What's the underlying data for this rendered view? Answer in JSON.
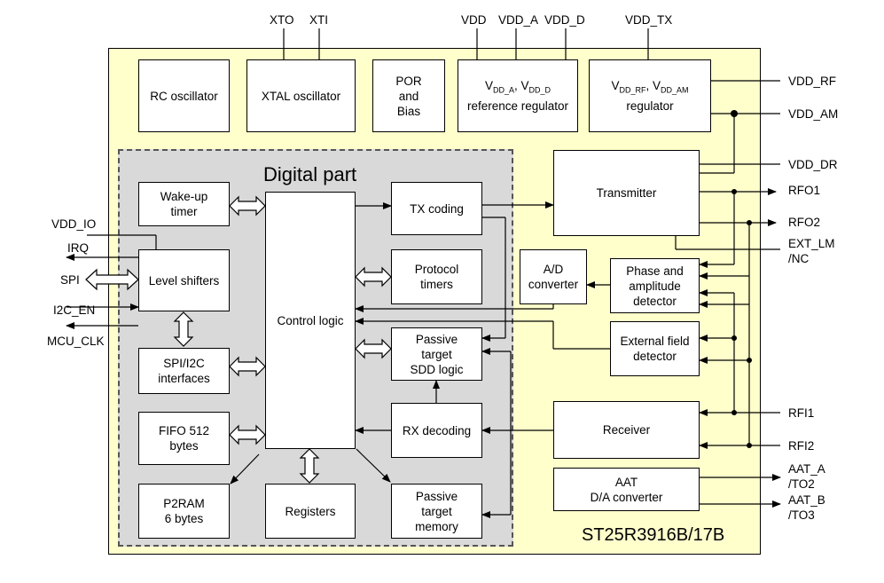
{
  "chip_name": "ST25R3916B/17B",
  "digital_title": "Digital part",
  "blocks": {
    "rc_osc": "RC oscillator",
    "xtal_osc": "XTAL oscillator",
    "por": "POR\nand\nBias",
    "ref_reg": {
      "v1": "V",
      "s1": "DD_A",
      "comma": ", V",
      "s2": "DD_D",
      "line2": "reference regulator"
    },
    "tx_reg": {
      "v1": "V",
      "s1": "DD_RF",
      "comma": ", V",
      "s2": "DD_AM",
      "line2": "regulator"
    },
    "wakeup": "Wake-up\ntimer",
    "level": "Level shifters",
    "spi_i2c": "SPI/I2C\ninterfaces",
    "fifo": "FIFO 512\nbytes",
    "p2ram": "P2RAM\n6 bytes",
    "control": "Control logic",
    "registers": "Registers",
    "tx_coding": "TX coding",
    "protocol": "Protocol\ntimers",
    "sdd": "Passive\ntarget\nSDD logic",
    "rx_dec": "RX decoding",
    "pt_mem": "Passive\ntarget\nmemory",
    "transmitter": "Transmitter",
    "adc": "A/D\nconverter",
    "phase": "Phase and\namplitude\ndetector",
    "ext_field": "External field\ndetector",
    "receiver": "Receiver",
    "aat": "AAT\nD/A converter"
  },
  "pins": {
    "xto": "XTO",
    "xti": "XTI",
    "vdd": "VDD",
    "vdd_a": "VDD_A",
    "vdd_d": "VDD_D",
    "vdd_tx": "VDD_TX",
    "vdd_rf": "VDD_RF",
    "vdd_am": "VDD_AM",
    "vdd_dr": "VDD_DR",
    "rfo1": "RFO1",
    "rfo2": "RFO2",
    "ext_lm": "EXT_LM\n/NC",
    "rfi1": "RFI1",
    "rfi2": "RFI2",
    "aat_a": "AAT_A\n/TO2",
    "aat_b": "AAT_B\n/TO3",
    "vdd_io": "VDD_IO",
    "irq": "IRQ",
    "spi": "SPI",
    "i2c_en": "I2C_EN",
    "mcu_clk": "MCU_CLK"
  }
}
